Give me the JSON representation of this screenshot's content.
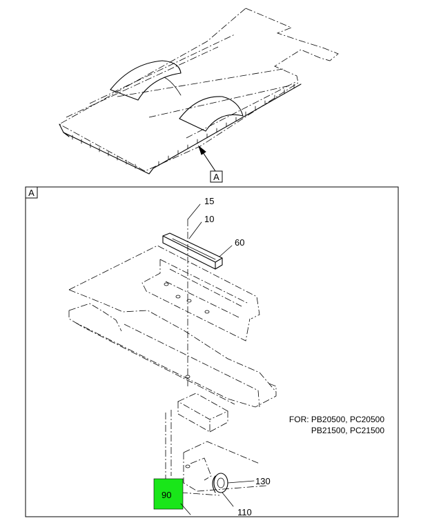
{
  "view_callout": {
    "letter": "A"
  },
  "detail_panel": {
    "letter": "A"
  },
  "callouts": {
    "c15": "15",
    "c10": "10",
    "c60": "60",
    "c90": "90",
    "c130": "130",
    "c110": "110"
  },
  "applicability_note": {
    "line1": "FOR: PB20500, PC20500",
    "line2": "PB21500, PC21500"
  },
  "colors": {
    "highlight": "#19e619",
    "line": "#000000"
  }
}
